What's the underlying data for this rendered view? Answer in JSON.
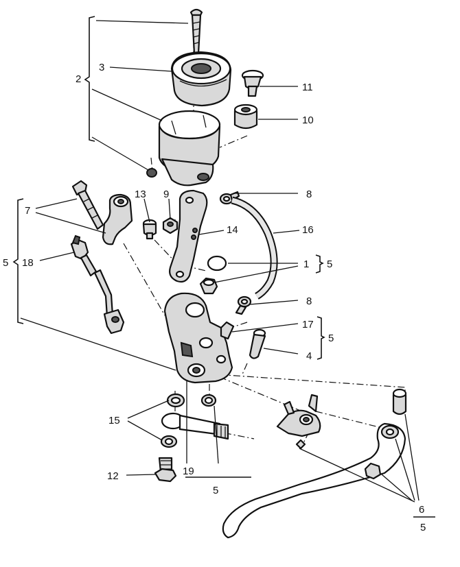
{
  "diagram": {
    "labels": {
      "l2": "2",
      "l3": "3",
      "l11": "11",
      "l10": "10",
      "l8a": "8",
      "l7": "7",
      "l13": "13",
      "l9": "9",
      "l14": "14",
      "l16": "16",
      "l5a": "5",
      "l18": "18",
      "l1": "1",
      "l5b": "5",
      "l8b": "8",
      "l17": "17",
      "l5c": "5",
      "l4": "4",
      "l15": "15",
      "l12": "12",
      "l19": "19",
      "l5d": "5",
      "l6": "6",
      "l5e": "5"
    }
  }
}
